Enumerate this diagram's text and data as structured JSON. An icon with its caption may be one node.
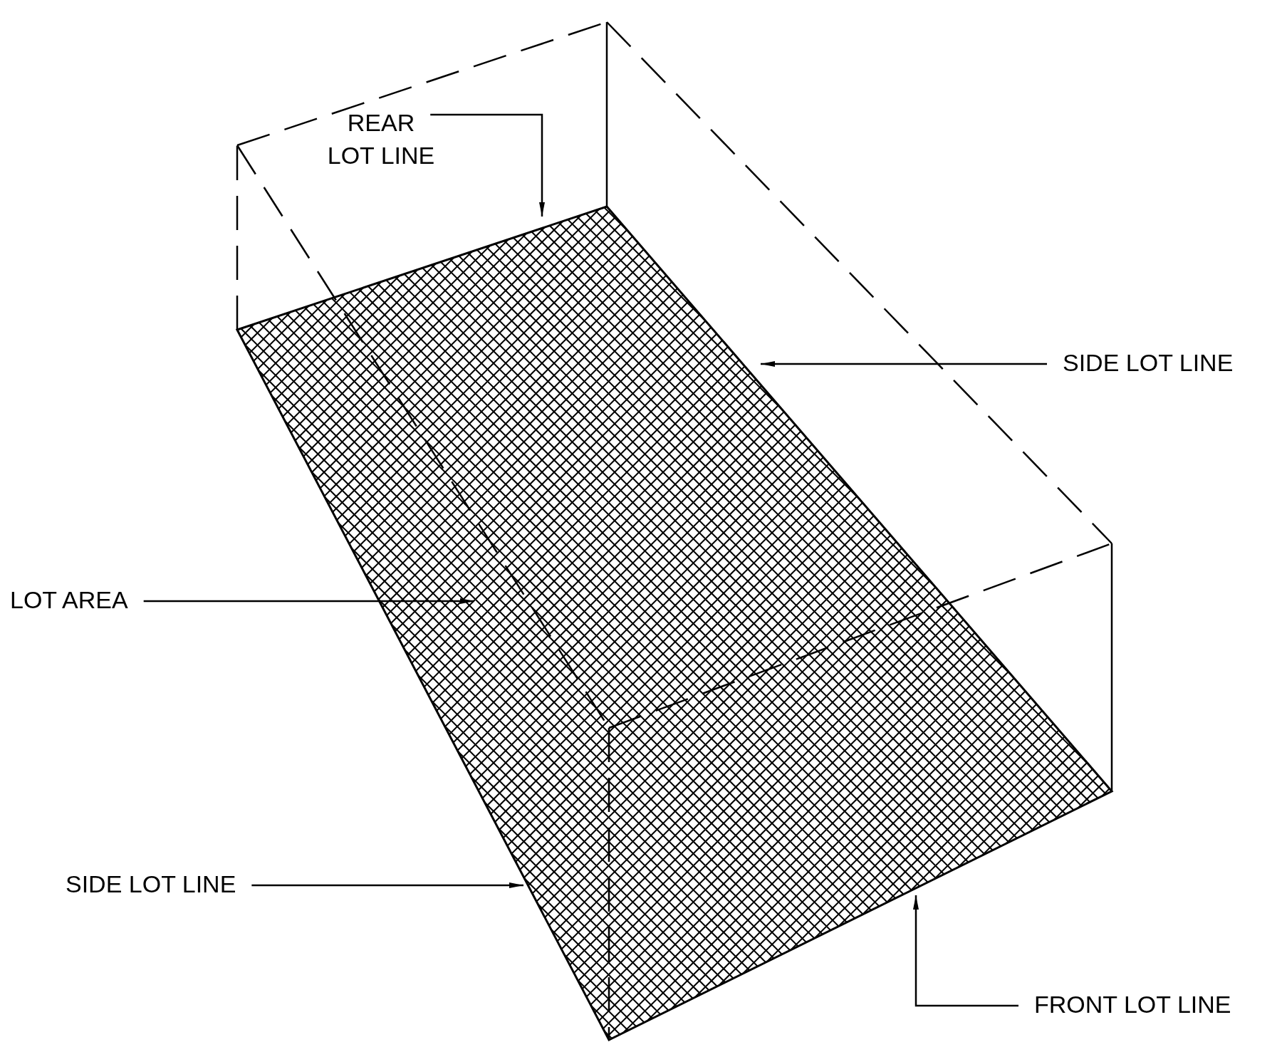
{
  "diagram": {
    "nodes": [
      {
        "text": [
          "REAR LOT LINE"
        ]
      },
      {
        "text": [
          "SIDE LOT LINE"
        ]
      },
      {
        "text": [
          "LOT AREA"
        ]
      },
      {
        "text": [
          "SIDE LOT LINE"
        ]
      },
      {
        "text": [
          "FRONT LOT LINE"
        ]
      }
    ],
    "edges": [
      {
        "from": 0,
        "to": null,
        "arrow": "to"
      },
      {
        "from": 1,
        "to": null,
        "arrow": "to"
      },
      {
        "from": 2,
        "to": null,
        "arrow": "to"
      },
      {
        "from": 3,
        "to": null,
        "arrow": "to"
      },
      {
        "from": 4,
        "to": null,
        "arrow": "to"
      }
    ]
  }
}
